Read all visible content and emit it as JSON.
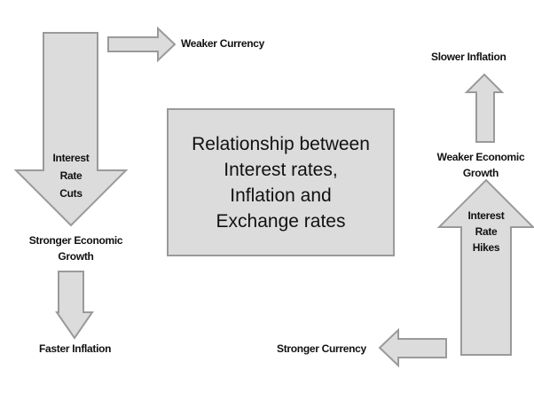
{
  "title": {
    "lines": [
      "Relationship between",
      "Interest rates,",
      "Inflation and",
      "Exchange rates"
    ]
  },
  "left_chain": {
    "main_arrow": {
      "lines": [
        "Interest",
        "Rate",
        "Cuts"
      ],
      "direction": "down"
    },
    "side_arrow": {
      "label": "Weaker Currency",
      "direction": "right"
    },
    "result_1": {
      "lines": [
        "Stronger Economic",
        "Growth"
      ]
    },
    "small_arrow": {
      "direction": "down"
    },
    "result_2": {
      "label": "Faster Inflation"
    }
  },
  "right_chain": {
    "main_arrow": {
      "lines": [
        "Interest",
        "Rate",
        "Hikes"
      ],
      "direction": "up"
    },
    "side_arrow": {
      "label": "Stronger Currency",
      "direction": "left"
    },
    "result_1": {
      "lines": [
        "Weaker Economic",
        "Growth"
      ]
    },
    "small_arrow": {
      "direction": "up"
    },
    "result_2": {
      "label": "Slower Inflation"
    }
  },
  "colors": {
    "arrow_fill": "#dcdcdc",
    "arrow_stroke": "#9a9a9a",
    "text": "#111111",
    "background": "#ffffff"
  }
}
